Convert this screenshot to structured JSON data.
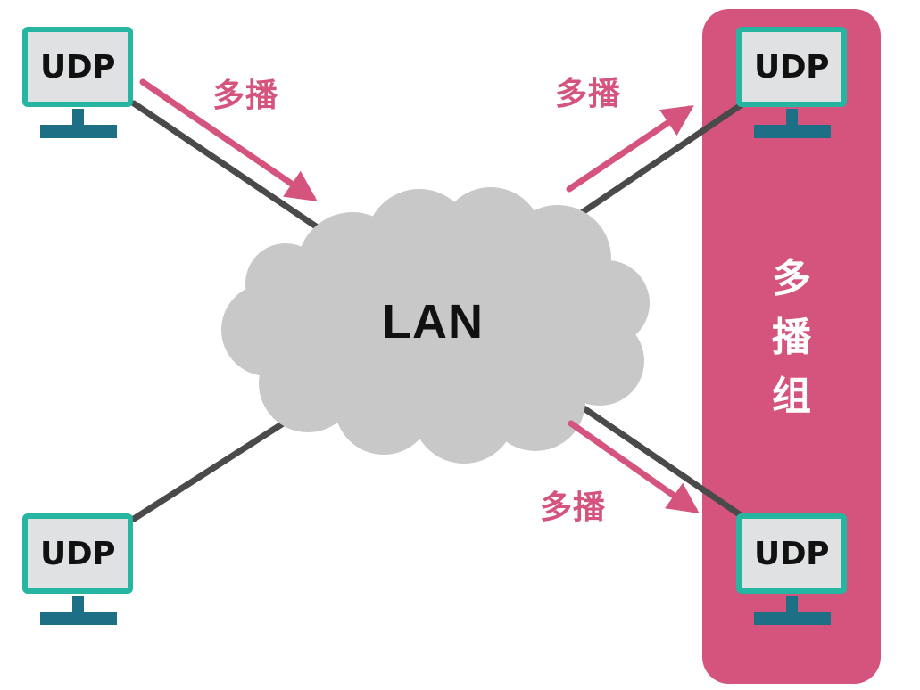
{
  "nodes": {
    "top_left": {
      "label": "UDP"
    },
    "bottom_left": {
      "label": "UDP"
    },
    "top_right": {
      "label": "UDP"
    },
    "bottom_right": {
      "label": "UDP"
    }
  },
  "network": {
    "label": "LAN"
  },
  "multicast_labels": {
    "top_left": "多播",
    "top_right": "多播",
    "bottom_right": "多播"
  },
  "group": {
    "label_chars": [
      "多",
      "播",
      "组"
    ]
  },
  "colors": {
    "accent_pink": "#d5547e",
    "monitor_frame": "#25b5a0",
    "monitor_screen": "#dfe1e2",
    "monitor_stand": "#1d6f86",
    "cloud": "#c8c8c8",
    "link_line": "#4a4a4a"
  },
  "icons": [
    "monitor-icon",
    "cloud-icon",
    "arrow-icon"
  ]
}
